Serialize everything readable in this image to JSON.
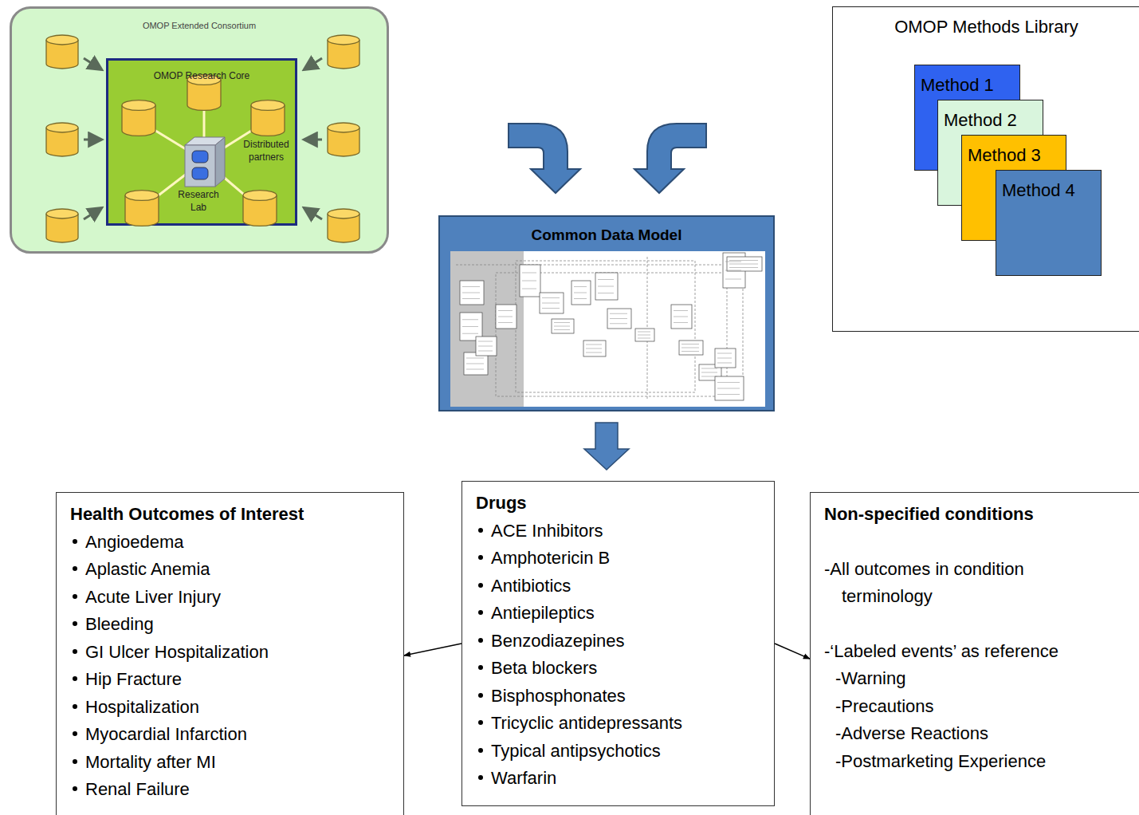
{
  "diagram": {
    "nodes": [
      {
        "text": [
          "OMOP Extended Consortium"
        ]
      },
      {
        "text": [
          "OMOP Research Core",
          "Distributed partners",
          "Research Lab"
        ],
        "in": 0
      },
      {
        "text": [
          "OMOP Methods Library"
        ]
      },
      {
        "text": [
          "Method 1"
        ],
        "in": 2
      },
      {
        "text": [
          "Method 2"
        ],
        "in": 2
      },
      {
        "text": [
          "Method 3"
        ],
        "in": 2
      },
      {
        "text": [
          "Method 4"
        ],
        "in": 2
      },
      {
        "text": [
          "Common Data Model"
        ]
      },
      {
        "text": [
          "Health Outcomes of Interest",
          "Angioedema",
          "Aplastic Anemia",
          "Acute Liver Injury",
          "Bleeding",
          "GI Ulcer Hospitalization",
          "Hip Fracture",
          "Hospitalization",
          "Myocardial Infarction",
          "Mortality after MI",
          "Renal Failure"
        ]
      },
      {
        "text": [
          "Drugs",
          "ACE Inhibitors",
          "Amphotericin B",
          "Antibiotics",
          "Antiepileptics",
          "Benzodiazepines",
          "Beta blockers",
          "Bisphosphonates",
          "Tricyclic antidepressants",
          "Typical antipsychotics",
          "Warfarin"
        ]
      },
      {
        "text": [
          "Non-specified conditions",
          "-All outcomes in condition terminology",
          "-‘Labeled events’ as reference",
          "-Warning",
          "-Precautions",
          "-Adverse Reactions",
          "-Postmarketing Experience"
        ]
      }
    ],
    "edges": [
      {
        "from": 7,
        "to": 9,
        "arrow": "to"
      },
      {
        "from": 9,
        "to": 8,
        "arrow": "to"
      },
      {
        "from": 9,
        "to": 10,
        "arrow": "to"
      }
    ]
  }
}
